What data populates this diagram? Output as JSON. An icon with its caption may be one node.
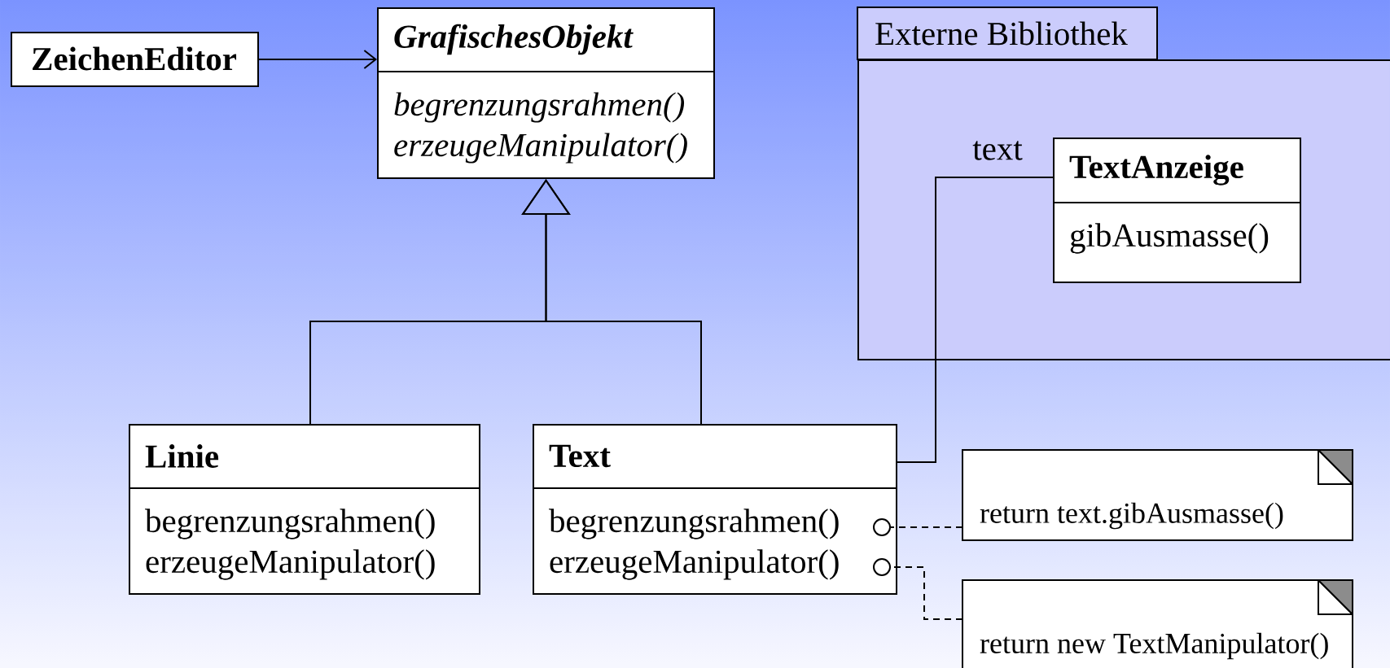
{
  "diagram": {
    "nodes": [
      {
        "text": [
          "ZeichenEditor"
        ]
      },
      {
        "text": [
          "GrafischesObjekt",
          "begrenzungsrahmen()",
          "erzeugeManipulator()"
        ]
      },
      {
        "text": [
          "Externe Bibliothek"
        ]
      },
      {
        "text": [
          "TextAnzeige",
          "gibAusmasse()"
        ],
        "in": 2
      },
      {
        "text": [
          "Linie",
          "begrenzungsrahmen()",
          "erzeugeManipulator()"
        ]
      },
      {
        "text": [
          "Text",
          "begrenzungsrahmen()",
          "erzeugeManipulator()"
        ]
      },
      {
        "text": [
          "return text.gibAusmasse()"
        ]
      },
      {
        "text": [
          "return new TextManipulator()"
        ]
      }
    ],
    "edges": [
      {
        "from": 0,
        "to": 1,
        "arrow": "to"
      },
      {
        "from": 4,
        "to": 1,
        "arrow": "to"
      },
      {
        "from": 5,
        "to": 1,
        "arrow": "to"
      },
      {
        "from": 5,
        "to": 3,
        "arrow": "none",
        "label": "text"
      },
      {
        "from": 6,
        "to": 5,
        "arrow": "other",
        "style": "dashed"
      },
      {
        "from": 7,
        "to": 5,
        "arrow": "other",
        "style": "dashed"
      }
    ]
  }
}
